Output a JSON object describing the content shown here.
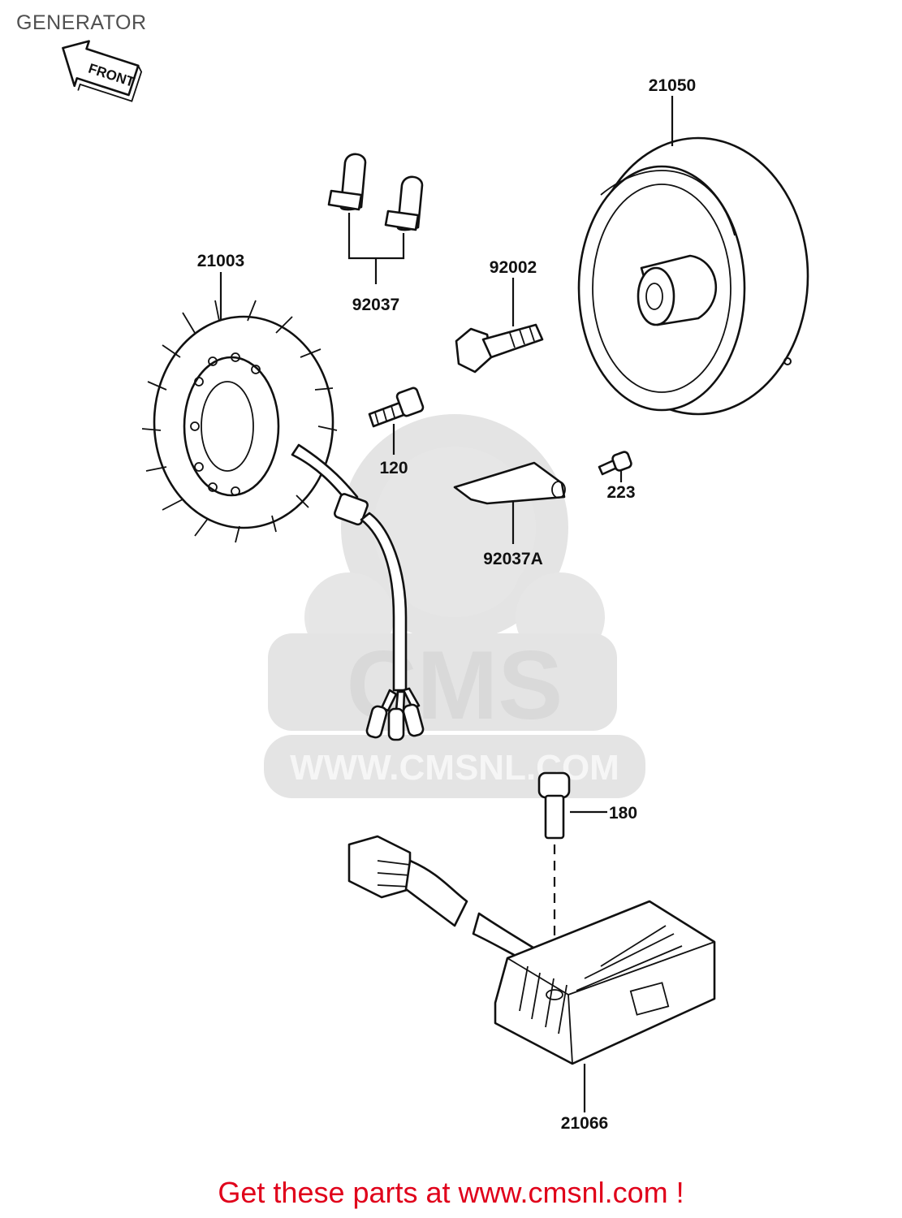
{
  "title": "GENERATOR",
  "front_arrow_label": "FRONT",
  "watermark": {
    "brand": "CMS",
    "url": "WWW.CMSNL.COM"
  },
  "parts": [
    {
      "number": "21050",
      "item": "flywheel-rotor"
    },
    {
      "number": "92037",
      "item": "clamp-pair"
    },
    {
      "number": "92002",
      "item": "flange-bolt"
    },
    {
      "number": "21003",
      "item": "stator-coil"
    },
    {
      "number": "120",
      "item": "socket-bolt"
    },
    {
      "number": "223",
      "item": "small-screw"
    },
    {
      "number": "92037A",
      "item": "clamp-plate"
    },
    {
      "number": "180",
      "item": "regulator-bolt"
    },
    {
      "number": "21066",
      "item": "regulator-rectifier"
    }
  ],
  "footer": "Get these parts at www.cmsnl.com !"
}
